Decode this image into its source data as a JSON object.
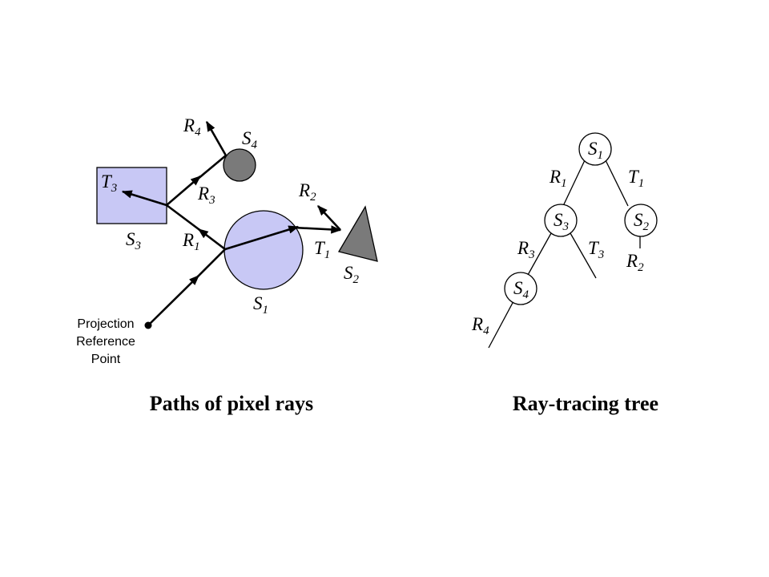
{
  "left_diagram": {
    "title": "Paths of pixel rays",
    "projection_label": [
      "Projection",
      "Reference",
      "Point"
    ],
    "labels": [
      {
        "id": "R4",
        "base": "R",
        "sub": "4"
      },
      {
        "id": "S4",
        "base": "S",
        "sub": "4"
      },
      {
        "id": "T3",
        "base": "T",
        "sub": "3"
      },
      {
        "id": "R3",
        "base": "R",
        "sub": "3"
      },
      {
        "id": "R2",
        "base": "R",
        "sub": "2"
      },
      {
        "id": "S3",
        "base": "S",
        "sub": "3"
      },
      {
        "id": "R1",
        "base": "R",
        "sub": "1"
      },
      {
        "id": "T1",
        "base": "T",
        "sub": "1"
      },
      {
        "id": "S2",
        "base": "S",
        "sub": "2"
      },
      {
        "id": "S1",
        "base": "S",
        "sub": "1"
      }
    ],
    "colors": {
      "square": "#c8c8f5",
      "big_circle": "#c8c8f5",
      "small_circle": "#7a7a7a",
      "triangle": "#7a7a7a"
    }
  },
  "right_diagram": {
    "title": "Ray-tracing tree",
    "nodes": [
      {
        "id": "S1",
        "base": "S",
        "sub": "1"
      },
      {
        "id": "S3",
        "base": "S",
        "sub": "3"
      },
      {
        "id": "S2",
        "base": "S",
        "sub": "2"
      },
      {
        "id": "S4",
        "base": "S",
        "sub": "4"
      }
    ],
    "edge_labels": [
      {
        "id": "R1",
        "base": "R",
        "sub": "1"
      },
      {
        "id": "T1",
        "base": "T",
        "sub": "1"
      },
      {
        "id": "R3",
        "base": "R",
        "sub": "3"
      },
      {
        "id": "T3",
        "base": "T",
        "sub": "3"
      },
      {
        "id": "R2",
        "base": "R",
        "sub": "2"
      },
      {
        "id": "R4",
        "base": "R",
        "sub": "4"
      }
    ]
  }
}
